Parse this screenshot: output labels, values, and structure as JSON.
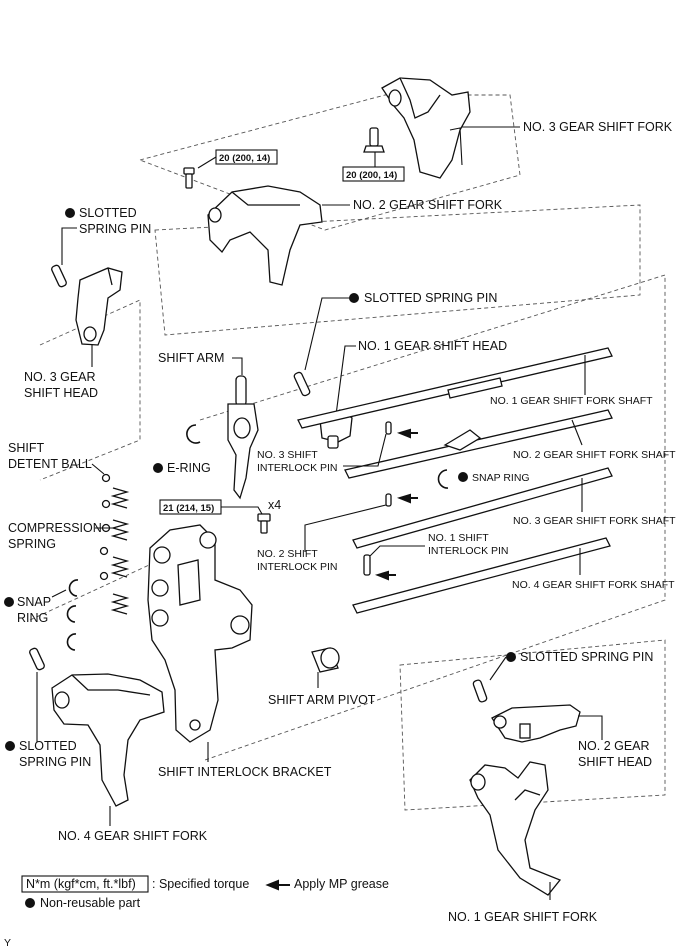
{
  "labels": {
    "no3_fork": "NO. 3 GEAR SHIFT FORK",
    "no2_fork": "NO. 2 GEAR SHIFT FORK",
    "slotted_pin_1_a": "SLOTTED",
    "slotted_pin_1_b": "SPRING PIN",
    "slotted_pin_2": "SLOTTED SPRING PIN",
    "no3_head_a": "NO. 3 GEAR",
    "no3_head_b": "SHIFT HEAD",
    "no1_head": "NO. 1 GEAR SHIFT HEAD",
    "shift_arm": "SHIFT ARM",
    "no1_shaft": "NO. 1 GEAR SHIFT FORK SHAFT",
    "no2_shaft": "NO. 2 GEAR SHIFT FORK SHAFT",
    "no3_shaft": "NO. 3 GEAR SHIFT FORK SHAFT",
    "no4_shaft": "NO. 4 GEAR SHIFT FORK SHAFT",
    "detent_ball_a": "SHIFT",
    "detent_ball_b": "DETENT BALL",
    "e_ring": "E-RING",
    "no3_interlock_a": "NO. 3 SHIFT",
    "no3_interlock_b": "INTERLOCK PIN",
    "snap_ring_1": "SNAP RING",
    "compression_a": "COMPRESSION",
    "compression_b": "SPRING",
    "qty": "x4",
    "no2_interlock_a": "NO. 2 SHIFT",
    "no2_interlock_b": "INTERLOCK PIN",
    "no1_interlock_a": "NO. 1 SHIFT",
    "no1_interlock_b": "INTERLOCK PIN",
    "snap_ring_2_a": "SNAP",
    "snap_ring_2_b": "RING",
    "slotted_pin_3": "SLOTTED SPRING PIN",
    "pivot": "SHIFT ARM PIVOT",
    "slotted_pin_4_a": "SLOTTED",
    "slotted_pin_4_b": "SPRING PIN",
    "no2_head_a": "NO. 2 GEAR",
    "no2_head_b": "SHIFT HEAD",
    "bracket": "SHIFT INTERLOCK BRACKET",
    "no4_fork": "NO. 4 GEAR SHIFT FORK",
    "no1_fork": "NO. 1 GEAR SHIFT FORK",
    "corner_mark": "Y"
  },
  "torques": {
    "t1": "20 (200, 14)",
    "t2": "20 (200, 14)",
    "t3": "21 (214, 15)"
  },
  "legend": {
    "unit_box": "N*m (kgf*cm, ft.*lbf)",
    "specified": ": Specified torque",
    "grease": "Apply MP grease",
    "nonreusable": "Non-reusable part"
  },
  "colors": {
    "ink": "#111111",
    "background": "#ffffff"
  }
}
